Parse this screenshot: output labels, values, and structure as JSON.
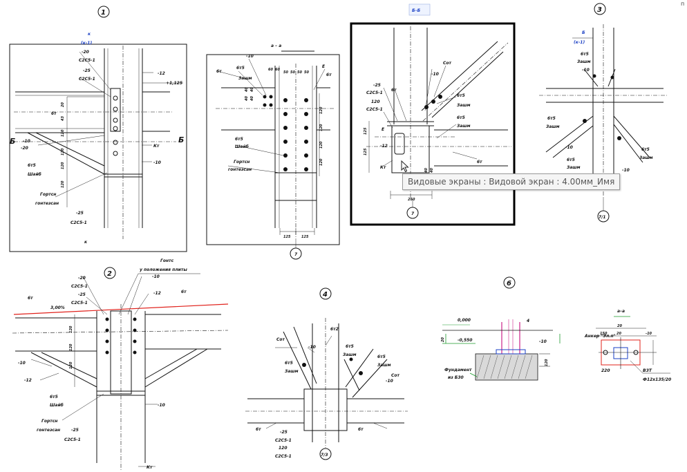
{
  "window": {
    "corner_mark": "п"
  },
  "tooltip": {
    "text": "Видовые экраны : Видовой экран : 4.00мм_Имя"
  },
  "view1": {
    "number": "1",
    "section_label": "к",
    "section_sub": "(к-1)",
    "labels": [
      "-20",
      "С2С5-1",
      "-25",
      "С2С5-1",
      "-12",
      "+1,125",
      "6т",
      "-10",
      "-20",
      "Б",
      "Б",
      "6т5",
      "Шайб",
      "Гортсн",
      "гонтезсан",
      "-25",
      "С2С5-1",
      "Кт",
      "-10",
      "к"
    ],
    "dims": [
      "20",
      "43",
      "120",
      "120",
      "120",
      "120"
    ]
  },
  "view_aa": {
    "title": "а – а",
    "number": "7",
    "labels": [
      "-10",
      "6т5",
      "Зашм",
      "6т",
      "Е",
      "6т",
      "6т5",
      "Шайб",
      "Гортсн",
      "гонтезсан",
      "125",
      "125"
    ],
    "dims": [
      "60",
      "60",
      "50",
      "50",
      "50",
      "50",
      "40",
      "40",
      "40",
      "40",
      "120",
      "120",
      "120",
      "120"
    ]
  },
  "view_bb": {
    "title": "Б–Б",
    "number": "7",
    "labels": [
      "-25",
      "С2С5-1",
      "120",
      "С2С5-1",
      "6т",
      "-10",
      "Сот",
      "6т5",
      "Зашм",
      "6т5",
      "Зашм",
      "Е",
      "-12",
      "Кт",
      "6т",
      "250"
    ],
    "dims": [
      "125",
      "125",
      "40",
      "40"
    ]
  },
  "view3": {
    "number": "3",
    "number_sub": "7/1",
    "section_label": "Б",
    "section_sub": "(к-1)",
    "labels": [
      "6т5",
      "Зашм",
      "-10",
      "6т5",
      "Зашм",
      "-10",
      "6т5",
      "Зашм",
      "-10",
      "6т5",
      "Зашм"
    ]
  },
  "view2": {
    "number": "2",
    "labels": [
      "Гонтс",
      "у положения плиты",
      "-20",
      "С2С5-1",
      "-25",
      "С2С5-1",
      "-10",
      "-12",
      "6т",
      "3,00%",
      "6т",
      "-10",
      "-12",
      "6т5",
      "Шайб",
      "Гортсн",
      "гонтезсан",
      "-25",
      "С2С5-1",
      "-10",
      "Кт"
    ],
    "dims": [
      "120",
      "120",
      "120"
    ]
  },
  "view4": {
    "number": "4",
    "number_sub": "7/3",
    "labels": [
      "6т2",
      "Сот",
      "-10",
      "6т5",
      "Зашм",
      "6т5",
      "Зашм",
      "6т5",
      "Зашм",
      "-10",
      "6т",
      "-25",
      "С2С5-1",
      "120",
      "С2С5-1",
      "6т",
      "Сот"
    ]
  },
  "view6": {
    "number": "6",
    "section_title": "а–а",
    "labels": [
      "0,000",
      "-0,550",
      "-10",
      "Фундамент",
      "из Б30",
      "4",
      "220",
      "20",
      "150",
      "20",
      "-10",
      "Анкер \"Эл.п\"",
      "ВЗТ",
      "Ф12х135/20"
    ],
    "dims": [
      "120",
      "20"
    ]
  }
}
